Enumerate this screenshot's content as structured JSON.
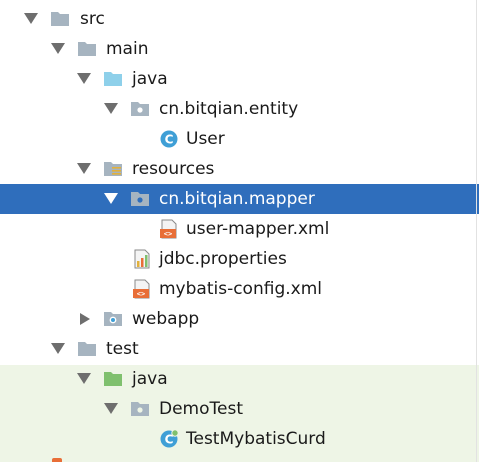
{
  "colors": {
    "selection": "#2f6ebc",
    "test_area": "#eef5e6",
    "folder": "#a6b4c0",
    "java_folder": "#8ed0ea",
    "test_java_folder": "#7fc06e",
    "class_circle": "#3f9fd6",
    "xml_orange": "#e86e37"
  },
  "tree": {
    "rows": [
      {
        "label": "src",
        "icon": "folder-icon",
        "expanded": true
      },
      {
        "label": "main",
        "icon": "folder-icon",
        "expanded": true
      },
      {
        "label": "java",
        "icon": "source-folder-icon",
        "expanded": true
      },
      {
        "label": "cn.bitqian.entity",
        "icon": "package-icon",
        "expanded": true
      },
      {
        "label": "User",
        "icon": "java-class-icon"
      },
      {
        "label": "resources",
        "icon": "resources-folder-icon",
        "expanded": true
      },
      {
        "label": "cn.bitqian.mapper",
        "icon": "package-icon",
        "expanded": true,
        "selected": true
      },
      {
        "label": "user-mapper.xml",
        "icon": "xml-file-icon"
      },
      {
        "label": "jdbc.properties",
        "icon": "properties-file-icon"
      },
      {
        "label": "mybatis-config.xml",
        "icon": "xml-file-icon"
      },
      {
        "label": "webapp",
        "icon": "web-folder-icon",
        "expanded": false
      },
      {
        "label": "test",
        "icon": "folder-icon",
        "expanded": true
      },
      {
        "label": "java",
        "icon": "test-source-folder-icon",
        "expanded": true
      },
      {
        "label": "DemoTest",
        "icon": "package-icon",
        "expanded": true
      },
      {
        "label": "TestMybatisCurd",
        "icon": "test-class-icon"
      }
    ]
  }
}
